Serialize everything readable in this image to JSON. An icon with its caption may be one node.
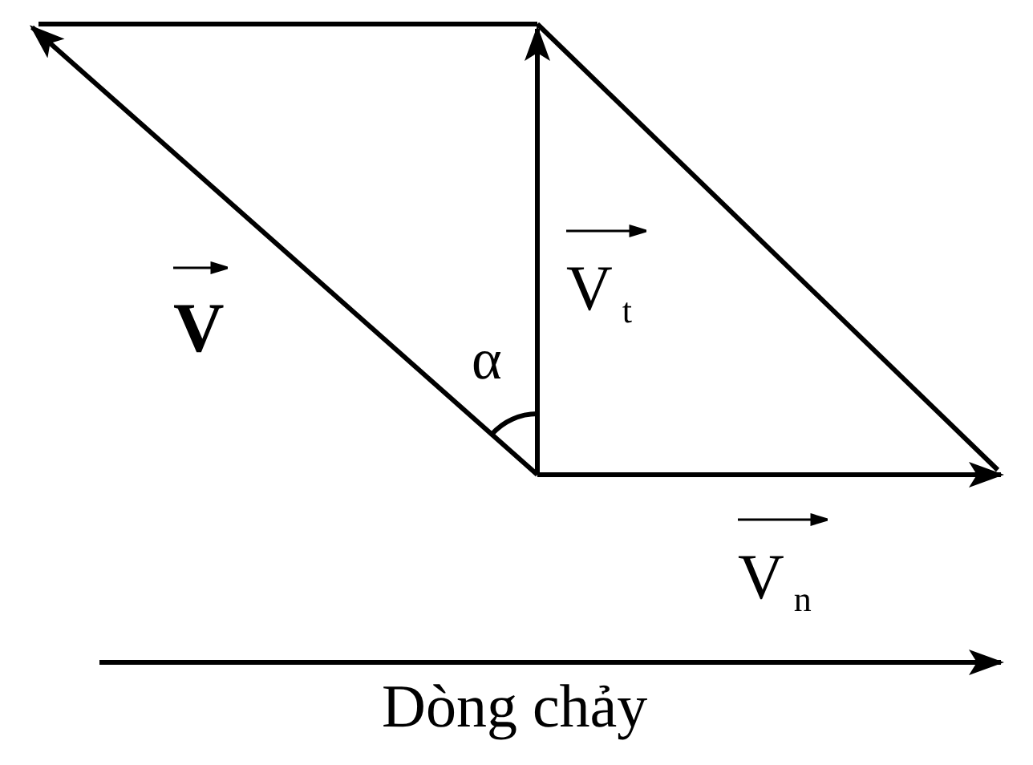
{
  "diagram": {
    "labels": [
      "V",
      "α",
      "V$_{t}$",
      "V$_{n}$",
      "Dòng chảy"
    ]
  }
}
